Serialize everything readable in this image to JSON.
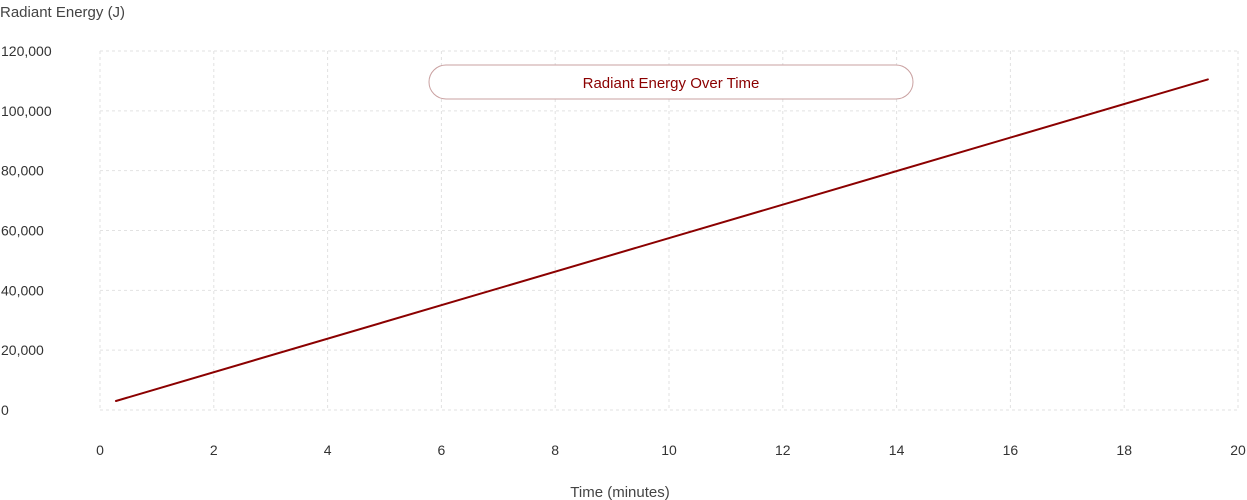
{
  "chart_data": {
    "type": "line",
    "title": "",
    "xlabel": "Time (minutes)",
    "ylabel": "Radiant Energy (J)",
    "xlim": [
      0,
      20
    ],
    "ylim": [
      0,
      120000
    ],
    "x_ticks": [
      "0",
      "2",
      "4",
      "6",
      "8",
      "10",
      "12",
      "14",
      "16",
      "18",
      "20"
    ],
    "y_ticks": [
      "0",
      "20,000",
      "40,000",
      "60,000",
      "80,000",
      "100,000",
      "120,000"
    ],
    "grid": true,
    "legend_position": "top-center",
    "series": [
      {
        "name": "Radiant Energy Over Time",
        "color": "#8b0000",
        "x": [
          0.28,
          19.47
        ],
        "y": [
          3000,
          110500
        ]
      }
    ]
  }
}
